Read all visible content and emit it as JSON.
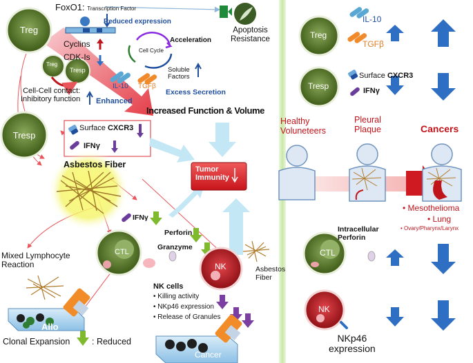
{
  "left": {
    "foxo1": "FoxO1:",
    "transcription_factor": "Transcription Factor",
    "reduced_expression": "Reduced expression",
    "cyclins": "Cyclins",
    "cdk_is": "CDK-Is",
    "cell_cycle": "Cell Cycle",
    "acceleration": "Acceleration",
    "apoptosis_resistance": [
      "Apoptosis",
      "Resistance"
    ],
    "soluble_factors": [
      "Soluble",
      "Factors"
    ],
    "il10": "IL-10",
    "tgfb": "TGFβ",
    "excess_secretion": "Excess Secretion",
    "cell_contact": [
      "Cell-Cell contact:",
      "Inhibitory function"
    ],
    "enhanced": "Enhanced",
    "increased_function": "Increased Function & Volume",
    "treg": "Treg",
    "tresp": "Tresp",
    "surface": "Surface",
    "cxcr3": "CXCR3",
    "ifng": "IFNγ",
    "asbestos_fiber": "Asbestos Fiber",
    "tumor_immunity": [
      "Tumor",
      "Immunity"
    ],
    "perforin": "Perforin",
    "granzyme": "Granzyme",
    "ctl": "CTL",
    "nk": "NK",
    "asbestos_fiber_nk": [
      "Asbestos",
      "Fiber"
    ],
    "mixed_lymphocyte": [
      "Mixed Lymphocyte",
      "Reaction"
    ],
    "allo": "Allo",
    "clonal_expansion": "Clonal Expansion",
    "reduced": ": Reduced",
    "nk_cells": "NK cells",
    "nk_items": [
      "• Killing activity",
      "• NKp46 expression",
      "• Release of Granules"
    ],
    "cancer": "Cancer"
  },
  "right": {
    "treg": "Treg",
    "il10": "IL-10",
    "tgfb": "TGFβ",
    "tresp": "Tresp",
    "surface": "Surface",
    "cxcr3": "CXCR3",
    "ifng": "IFNγ",
    "healthy": [
      "Healthy",
      "Voluneteers"
    ],
    "pleural": [
      "Pleural",
      "Plaque"
    ],
    "cancers": "Cancers",
    "cancer_types": [
      "• Mesothelioma",
      "• Lung",
      "• Ovary/Pharynx/Larynx"
    ],
    "intracellular": [
      "Intracellular",
      "Perforin"
    ],
    "ctl": "CTL",
    "nk": "NK",
    "nkp46": [
      "NKp46",
      "expression"
    ]
  },
  "colors": {
    "treg_green": "#4a6a1c",
    "nk_red": "#b0161c",
    "big_arrow_blue": "#2e6fc4",
    "light_blue_arrow": "#bfe6f5",
    "divider_green": "#d3ecb3"
  }
}
